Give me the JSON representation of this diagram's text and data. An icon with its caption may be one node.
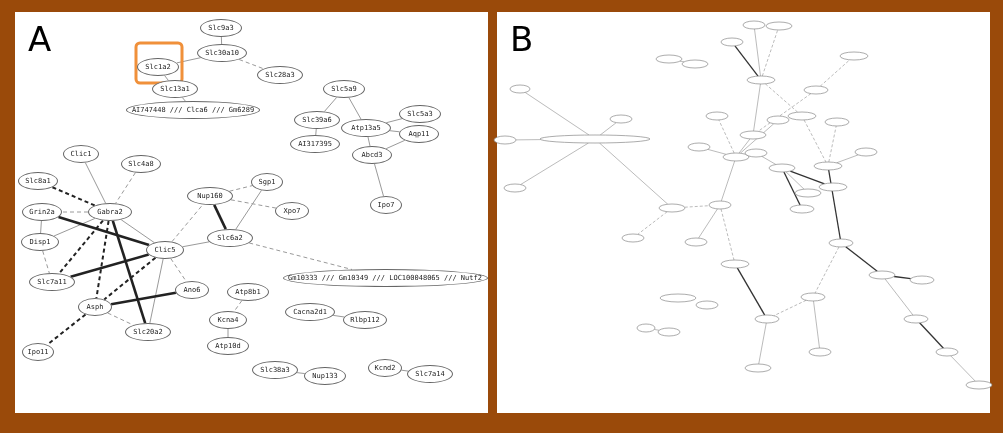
{
  "diagram": {
    "nodes": [
      {
        "text": [
          "Slc9a3"
        ]
      },
      {
        "text": [
          "Slc30a10"
        ]
      },
      {
        "text": [
          "Slc1a2"
        ]
      },
      {
        "text": [
          "Slc13a1"
        ]
      },
      {
        "text": [
          "AI747448 /// Clca6 /// Gm6289"
        ]
      },
      {
        "text": [
          "Slc28a3"
        ]
      },
      {
        "text": [
          "Slc5a9"
        ]
      },
      {
        "text": [
          "Slc39a6"
        ]
      },
      {
        "text": [
          "Atp13a5"
        ]
      },
      {
        "text": [
          "Slc5a3"
        ]
      },
      {
        "text": [
          "Aqp11"
        ]
      },
      {
        "text": [
          "AI317395"
        ]
      },
      {
        "text": [
          "Abcd3"
        ]
      },
      {
        "text": [
          "Ipo7"
        ]
      },
      {
        "text": [
          "Clic1"
        ]
      },
      {
        "text": [
          "Slc4a8"
        ]
      },
      {
        "text": [
          "Slc8a1"
        ]
      },
      {
        "text": [
          "Gabra2"
        ]
      },
      {
        "text": [
          "Nup160"
        ]
      },
      {
        "text": [
          "Sgp1"
        ]
      },
      {
        "text": [
          "Xpo7"
        ]
      },
      {
        "text": [
          "Slc6a2"
        ]
      },
      {
        "text": [
          "Disp1"
        ]
      },
      {
        "text": [
          "Grin2a"
        ]
      },
      {
        "text": [
          "Clic5"
        ]
      },
      {
        "text": [
          "Slc7a11"
        ]
      },
      {
        "text": [
          "Ano6"
        ]
      },
      {
        "text": [
          "Asph"
        ]
      },
      {
        "text": [
          "Slc20a2"
        ]
      },
      {
        "text": [
          "Gm10333 /// Gm10349 /// LOC100048065 /// Nutf2"
        ]
      },
      {
        "text": [
          "Atp8b1"
        ]
      },
      {
        "text": [
          "Kcna4"
        ]
      },
      {
        "text": [
          "Cacna2d1"
        ]
      },
      {
        "text": [
          "Rlbp112"
        ]
      },
      {
        "text": [
          "Atp10d"
        ]
      },
      {
        "text": [
          "Slc38a3"
        ]
      },
      {
        "text": [
          "Nup133"
        ]
      },
      {
        "text": [
          "Ipo11"
        ]
      },
      {
        "text": [
          "Kcnd2"
        ]
      },
      {
        "text": [
          "Slc7a14"
        ]
      }
    ],
    "edges": [
      {
        "from": 0,
        "to": 1,
        "arrow": "none"
      },
      {
        "from": 1,
        "to": 2,
        "arrow": "none"
      },
      {
        "from": 1,
        "to": 5,
        "arrow": "none",
        "style": "dashed"
      },
      {
        "from": 2,
        "to": 3,
        "arrow": "none"
      },
      {
        "from": 3,
        "to": 4,
        "arrow": "none"
      },
      {
        "from": 6,
        "to": 7,
        "arrow": "none"
      },
      {
        "from": 6,
        "to": 8,
        "arrow": "none"
      },
      {
        "from": 7,
        "to": 11,
        "arrow": "none"
      },
      {
        "from": 8,
        "to": 9,
        "arrow": "none"
      },
      {
        "from": 8,
        "to": 10,
        "arrow": "none"
      },
      {
        "from": 8,
        "to": 12,
        "arrow": "none"
      },
      {
        "from": 12,
        "to": 10,
        "arrow": "none"
      },
      {
        "from": 12,
        "to": 13,
        "arrow": "none"
      },
      {
        "from": 14,
        "to": 17,
        "arrow": "none"
      },
      {
        "from": 15,
        "to": 17,
        "arrow": "none",
        "style": "dashed"
      },
      {
        "from": 16,
        "to": 17,
        "arrow": "none",
        "style": "dashed",
        "color": "#222222"
      },
      {
        "from": 17,
        "to": 22,
        "arrow": "none"
      },
      {
        "from": 17,
        "to": 24,
        "arrow": "none"
      },
      {
        "from": 17,
        "to": 23,
        "arrow": "none",
        "style": "dashed"
      },
      {
        "from": 17,
        "to": 28,
        "arrow": "none",
        "style": "thick",
        "color": "#222222"
      },
      {
        "from": 17,
        "to": 25,
        "arrow": "none",
        "style": "dashed",
        "color": "#222222"
      },
      {
        "from": 17,
        "to": 27,
        "arrow": "none",
        "style": "dashed",
        "color": "#222222"
      },
      {
        "from": 22,
        "to": 23,
        "arrow": "none"
      },
      {
        "from": 22,
        "to": 25,
        "arrow": "none",
        "style": "dashed"
      },
      {
        "from": 23,
        "to": 24,
        "arrow": "none",
        "style": "thick",
        "color": "#222222"
      },
      {
        "from": 24,
        "to": 25,
        "arrow": "none",
        "style": "thick",
        "color": "#222222"
      },
      {
        "from": 24,
        "to": 27,
        "arrow": "none",
        "style": "dashed",
        "color": "#222222"
      },
      {
        "from": 24,
        "to": 28,
        "arrow": "none"
      },
      {
        "from": 24,
        "to": 26,
        "arrow": "none",
        "style": "dashed"
      },
      {
        "from": 24,
        "to": 18,
        "arrow": "none",
        "style": "dashed"
      },
      {
        "from": 24,
        "to": 21,
        "arrow": "none"
      },
      {
        "from": 27,
        "to": 26,
        "arrow": "none",
        "style": "thick",
        "color": "#222222"
      },
      {
        "from": 27,
        "to": 28,
        "arrow": "none",
        "style": "dashed"
      },
      {
        "from": 27,
        "to": 37,
        "arrow": "none",
        "style": "dashed",
        "color": "#222222"
      },
      {
        "from": 18,
        "to": 21,
        "arrow": "none",
        "style": "thick",
        "color": "#222222"
      },
      {
        "from": 18,
        "to": 19,
        "arrow": "none",
        "style": "dashed"
      },
      {
        "from": 18,
        "to": 20,
        "arrow": "none",
        "style": "dashed"
      },
      {
        "from": 21,
        "to": 19,
        "arrow": "none"
      },
      {
        "from": 21,
        "to": 29,
        "arrow": "none",
        "style": "dashed"
      },
      {
        "from": 30,
        "to": 31,
        "arrow": "none",
        "style": "dashed"
      },
      {
        "from": 31,
        "to": 34,
        "arrow": "none"
      },
      {
        "from": 32,
        "to": 33,
        "arrow": "none"
      },
      {
        "from": 35,
        "to": 36,
        "arrow": "none"
      },
      {
        "from": 38,
        "to": 39,
        "arrow": "none"
      }
    ],
    "labels": [
      "A",
      "B"
    ]
  }
}
